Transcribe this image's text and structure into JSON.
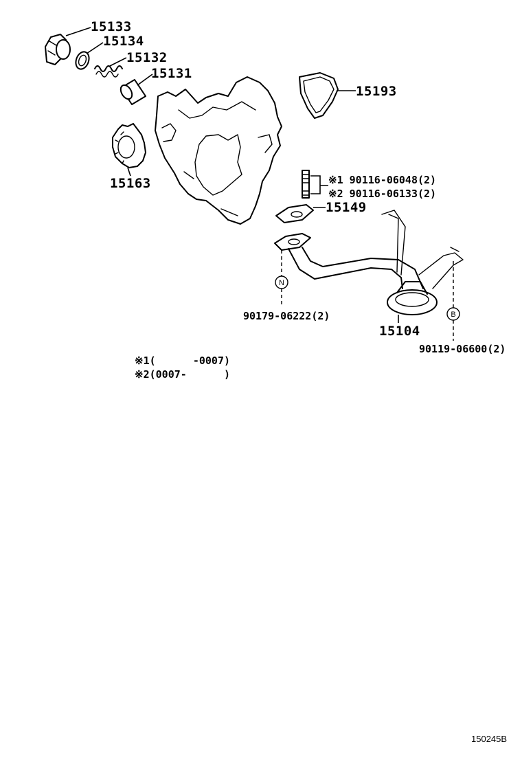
{
  "parts": {
    "p15133": "15133",
    "p15134": "15134",
    "p15132": "15132",
    "p15131": "15131",
    "p15193": "15193",
    "p15163": "15163",
    "p15149": "15149",
    "p15104": "15104",
    "bolt1": "※1 90116-06048(2)",
    "bolt2": "※2 90116-06133(2)",
    "p90179": "90179-06222(2)",
    "p90119": "90119-06600(2)"
  },
  "markers": {
    "n": "N",
    "b": "B"
  },
  "notes": {
    "note1": "※1(      -0007)",
    "note2": "※2(0007-      )"
  },
  "figure_code": "150245B"
}
